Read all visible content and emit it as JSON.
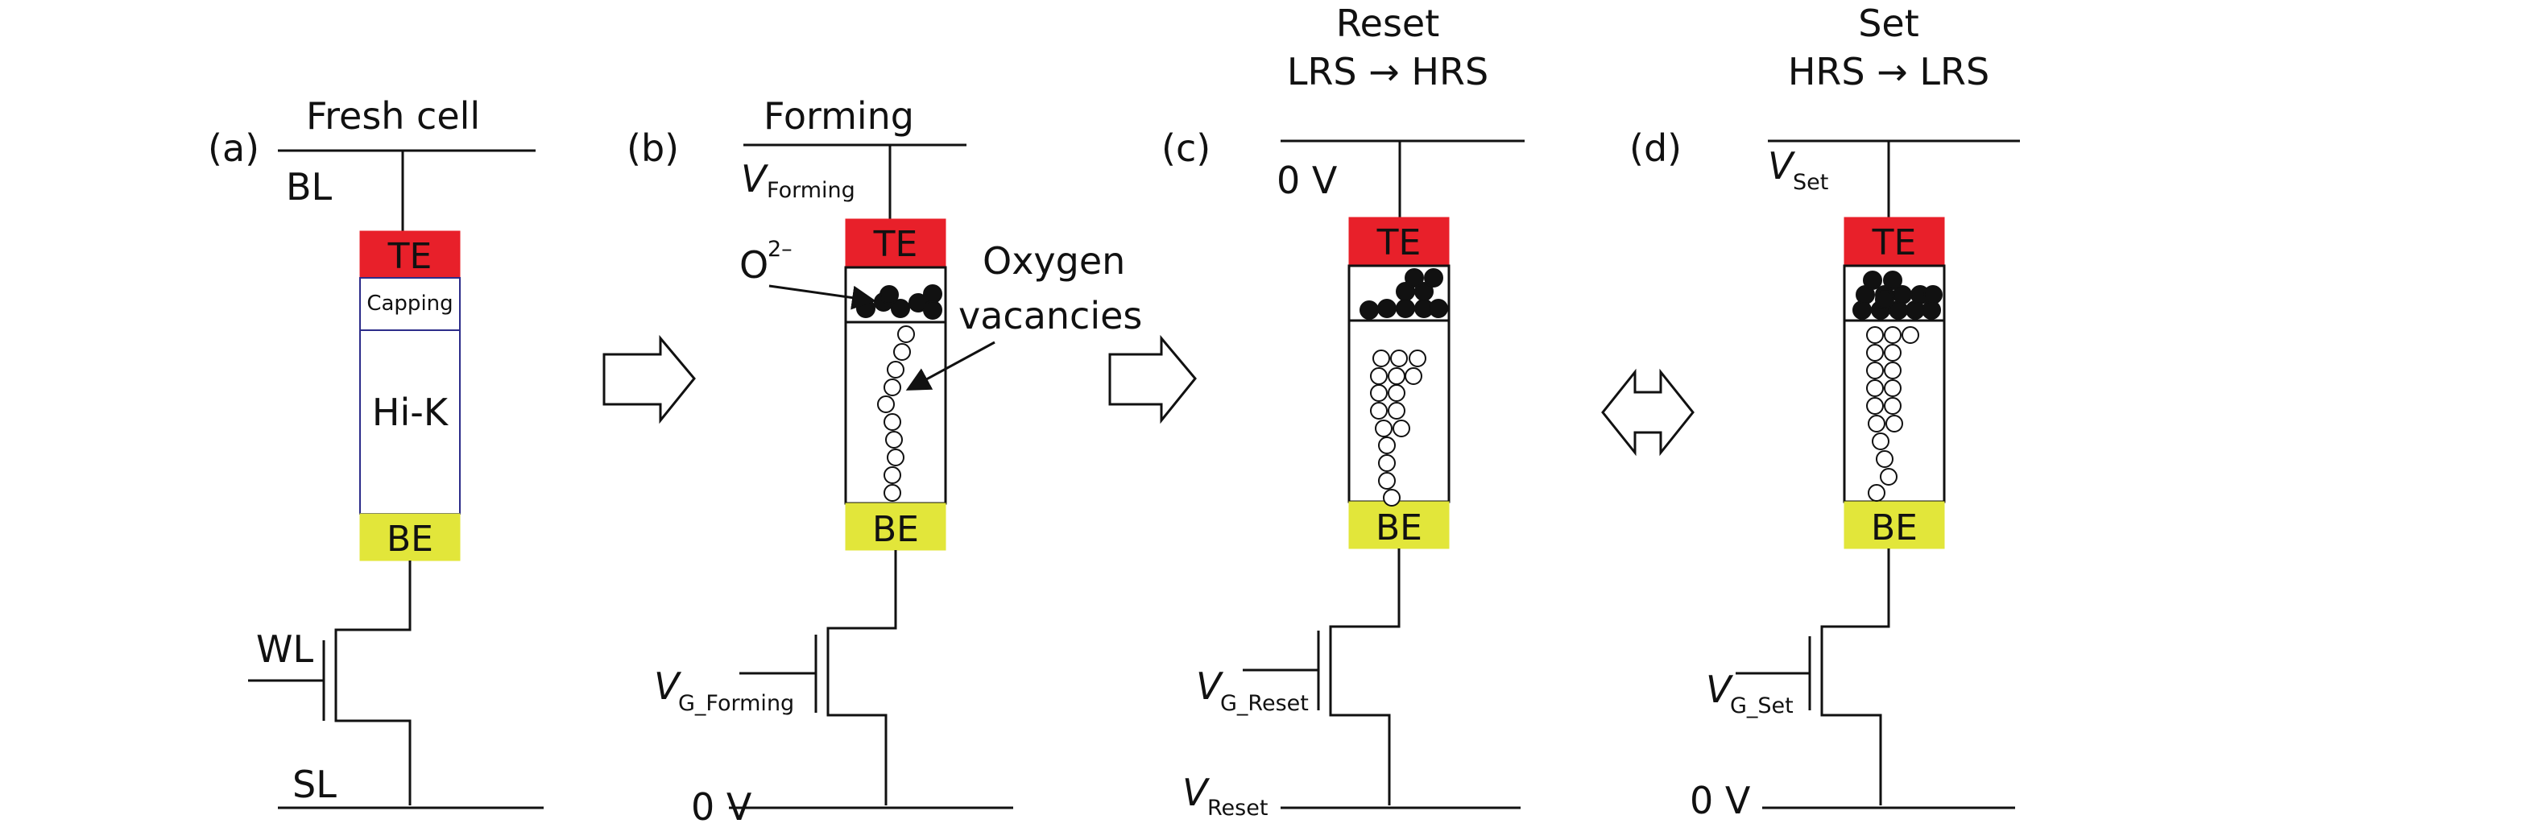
{
  "panels": [
    {
      "id": "a",
      "letter": "(a)",
      "title": "Fresh cell",
      "top_label": "BL",
      "top_label_sub": "",
      "gate_label": "WL",
      "gate_label_sub": "",
      "bottom_label": "SL",
      "bottom_label_sub": "",
      "layers": {
        "top": "TE",
        "capping": "Capping",
        "oxide": "Hi-K",
        "bottom": "BE"
      }
    },
    {
      "id": "b",
      "letter": "(b)",
      "title": "Forming",
      "top_label": "V",
      "top_label_sub": "Forming",
      "gate_label": "V",
      "gate_label_sub": "G_Forming",
      "bottom_label": "0 V",
      "bottom_label_sub": "",
      "layers": {
        "top": "TE",
        "bottom": "BE"
      },
      "annotations": {
        "ion": "O",
        "ion_charge": "2–",
        "vacancy_line1": "Oxygen",
        "vacancy_line2": "vacancies"
      }
    },
    {
      "id": "c",
      "letter": "(c)",
      "title_line1": "Reset",
      "title_line2": "LRS → HRS",
      "top_label": "0 V",
      "top_label_sub": "",
      "gate_label": "V",
      "gate_label_sub": "G_Reset",
      "bottom_label": "V",
      "bottom_label_sub": "Reset",
      "layers": {
        "top": "TE",
        "bottom": "BE"
      }
    },
    {
      "id": "d",
      "letter": "(d)",
      "title_line1": "Set",
      "title_line2": "HRS → LRS",
      "top_label": "V",
      "top_label_sub": "Set",
      "gate_label": "V",
      "gate_label_sub": "G_Set",
      "bottom_label": "0 V",
      "bottom_label_sub": "",
      "layers": {
        "top": "TE",
        "bottom": "BE"
      }
    }
  ],
  "colors": {
    "te": "#e8202a",
    "be": "#e2e63a",
    "cell_border": "#2c2c8a",
    "ink": "#111111",
    "vacancy_fill": "#ffffff",
    "ion_fill": "#111111"
  },
  "arrows": [
    "right-arrow",
    "right-arrow",
    "double-arrow"
  ]
}
